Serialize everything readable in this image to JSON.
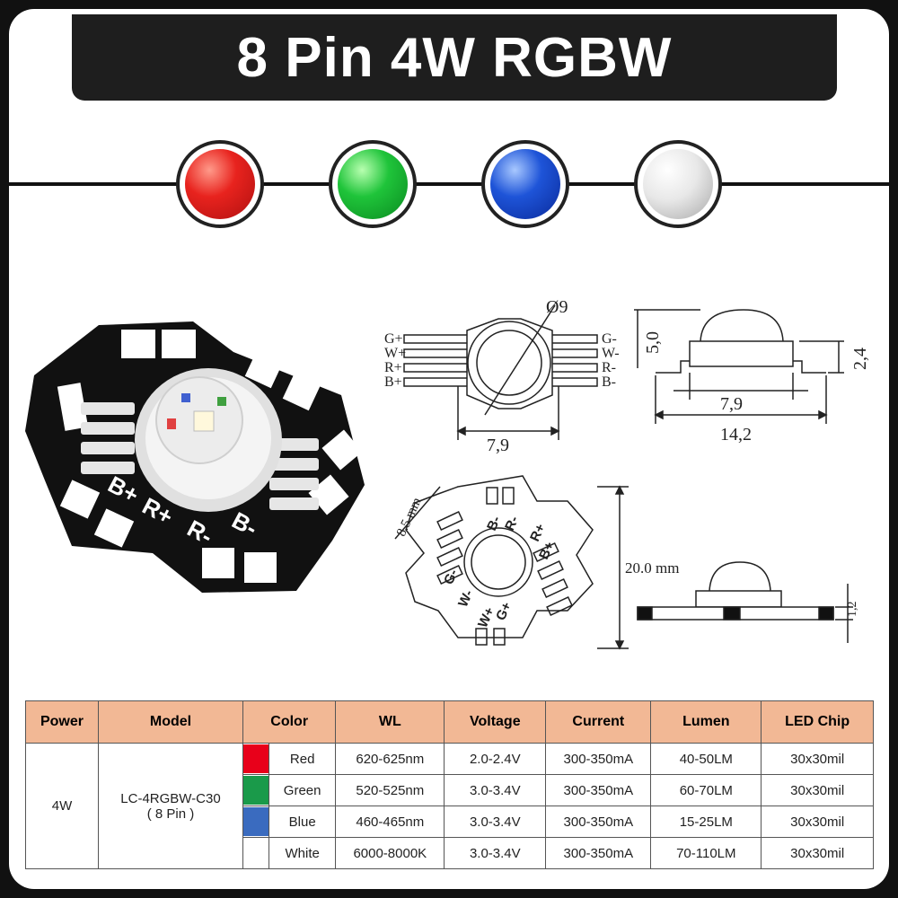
{
  "title": "8 Pin 4W RGBW",
  "led_colors": {
    "red": "#e8231e",
    "green": "#1fc43a",
    "blue": "#1e54d8",
    "white": "#e8e8e8"
  },
  "diagram": {
    "pins_left": [
      "G+",
      "W+",
      "R+",
      "B+"
    ],
    "pins_right": [
      "G-",
      "W-",
      "R-",
      "B-"
    ],
    "dia_label": "Ø9",
    "body_width": "7,9",
    "height_label": "5,0",
    "side_height": "2,4",
    "side_body": "7,9",
    "side_total": "14,2",
    "star_edge": "8.5 mm",
    "star_size": "20.0 mm",
    "star_thick": "1,2",
    "star_pins": [
      "B-",
      "R-",
      "R+",
      "B+",
      "G-",
      "W-",
      "W+",
      "G+"
    ],
    "photo_pins": [
      "B+",
      "R+",
      "R-",
      "B-"
    ]
  },
  "table": {
    "headers": [
      "Power",
      "Model",
      "Color",
      "WL",
      "Voltage",
      "Current",
      "Lumen",
      "LED Chip"
    ],
    "power": "4W",
    "model_line1": "LC-4RGBW-C30",
    "model_line2": "( 8 Pin )",
    "rows": [
      {
        "swatch": "#e8001a",
        "color": "Red",
        "wl": "620-625nm",
        "voltage": "2.0-2.4V",
        "current": "300-350mA",
        "lumen": "40-50LM",
        "chip": "30x30mil"
      },
      {
        "swatch": "#1a9a4a",
        "color": "Green",
        "wl": "520-525nm",
        "voltage": "3.0-3.4V",
        "current": "300-350mA",
        "lumen": "60-70LM",
        "chip": "30x30mil"
      },
      {
        "swatch": "#3a6bbf",
        "color": "Blue",
        "wl": "460-465nm",
        "voltage": "3.0-3.4V",
        "current": "300-350mA",
        "lumen": "15-25LM",
        "chip": "30x30mil"
      },
      {
        "swatch": "#ffffff",
        "color": "White",
        "wl": "6000-8000K",
        "voltage": "3.0-3.4V",
        "current": "300-350mA",
        "lumen": "70-110LM",
        "chip": "30x30mil"
      }
    ]
  }
}
